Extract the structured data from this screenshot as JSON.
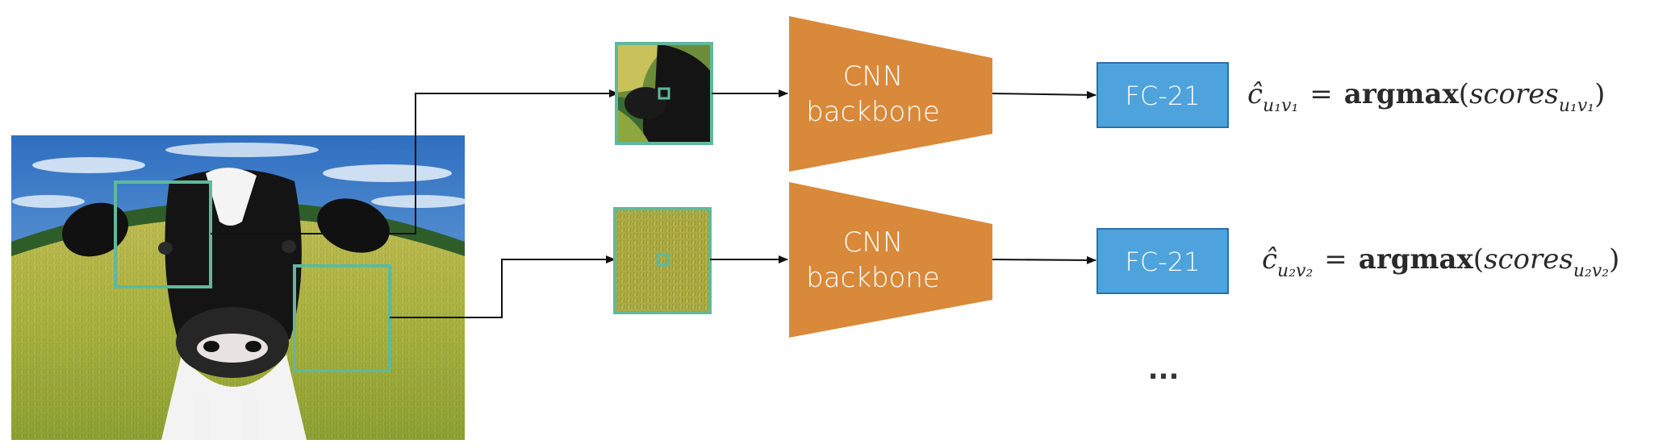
{
  "diagram": {
    "top": {
      "backbone": [
        "CNN",
        "backbone"
      ],
      "fc": "FC-21",
      "eq": {
        "hat": "ĉ",
        "sub_left": "u₁v₁",
        "equals": "=",
        "fn": "argmax",
        "open": "(",
        "arg": "scores",
        "sub_right": "u₁v₁",
        "close": ")"
      }
    },
    "bottom": {
      "backbone": [
        "CNN",
        "backbone"
      ],
      "fc": "FC-21",
      "eq": {
        "hat": "ĉ",
        "sub_left": "u₂v₂",
        "equals": "=",
        "fn": "argmax",
        "open": "(",
        "arg": "scores",
        "sub_right": "u₂v₂",
        "close": ")"
      }
    },
    "ellipsis": "...",
    "colors": {
      "backbone": "#D9893A",
      "fc_fill": "#4FA3DC",
      "fc_border": "#2E6FA5",
      "patch_border": "#5FB99A",
      "arrow": "#111111"
    }
  }
}
